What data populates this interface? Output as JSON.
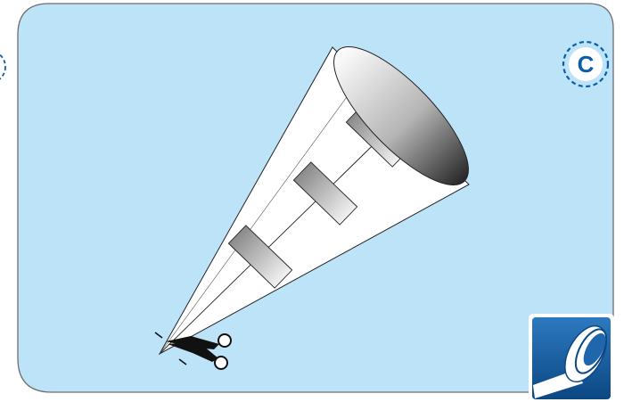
{
  "panel": {
    "background_color": "#bde3f8",
    "border_color": "#6e6e6e"
  },
  "step_badge": {
    "label": "C",
    "color": "#0a5ea8"
  },
  "illustration": {
    "subject": "cone-of-paper-with-tape-strips",
    "strip_count": 3,
    "tool": "scissors-icon"
  },
  "tool_icon": {
    "name": "adhesive-tape-icon",
    "background_color": "#0d4f8f"
  }
}
